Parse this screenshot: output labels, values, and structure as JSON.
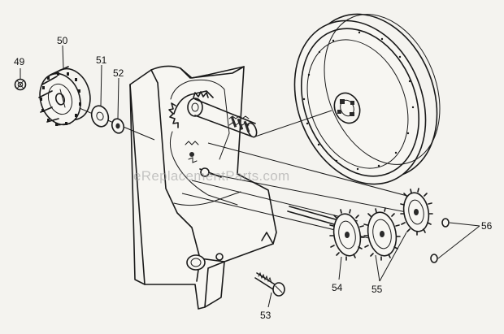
{
  "watermark": "eReplacementParts.com",
  "callouts": {
    "p49": "49",
    "p50": "50",
    "p51": "51",
    "p52": "52",
    "p53": "53",
    "p54": "54",
    "p55": "55",
    "p56": "56"
  }
}
